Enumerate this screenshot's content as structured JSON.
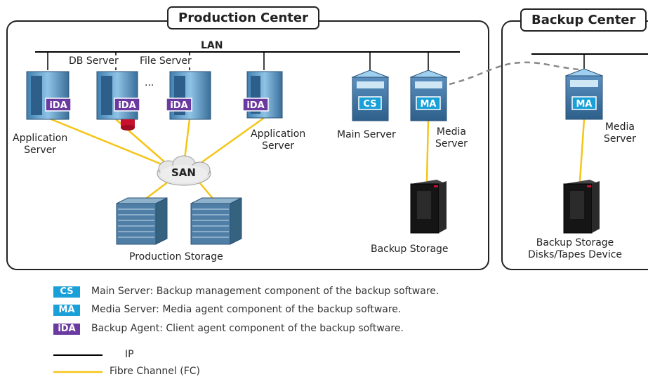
{
  "production": {
    "title": "Production Center",
    "lan": "LAN",
    "db_server": "DB Server",
    "file_server": "File Server",
    "ellipsis": "...",
    "app_server_left": "Application\nServer",
    "app_server_right": "Application\nServer",
    "main_server": "Main Server",
    "media_server": "Media\nServer",
    "san": "SAN",
    "production_storage": "Production Storage",
    "backup_storage": "Backup Storage"
  },
  "backup_center": {
    "title": "Backup Center",
    "media_server": "Media\nServer",
    "backup_storage": "Backup Storage\nDisks/Tapes Device"
  },
  "badges": {
    "cs": "CS",
    "ma": "MA",
    "ida": "iDA"
  },
  "legend": {
    "cs_text": "Main Server: Backup management component of the backup software.",
    "ma_text": "Media Server: Media agent component of the backup software.",
    "ida_text": "Backup Agent: Client agent component of the backup software.",
    "ip": "IP",
    "fc": "Fibre Channel (FC)"
  },
  "colors": {
    "cs_badge": "#1aa0d8",
    "ma_badge": "#1aa0d8",
    "ida_badge": "#6b3aa0",
    "fc_line": "#f5c518",
    "ip_line": "#000000"
  }
}
